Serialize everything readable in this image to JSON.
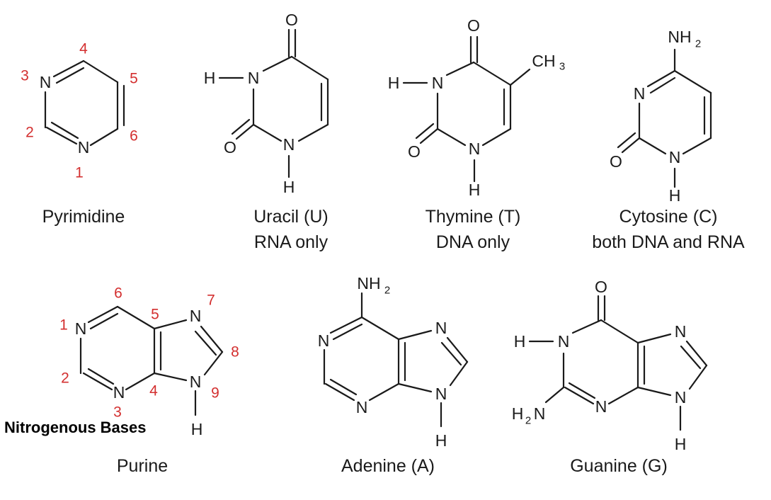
{
  "title": "Nitrogenous Bases",
  "atoms": {
    "N": "N",
    "O": "O",
    "H": "H",
    "HN": "H",
    "NH2_main": "NH",
    "sub2": "2",
    "CH3_main": "CH",
    "sub3": "3",
    "H2N_pre": "H",
    "H2N_post": "N"
  },
  "pyrimidine": {
    "name": "Pyrimidine",
    "positions": [
      "1",
      "2",
      "3",
      "4",
      "5",
      "6"
    ]
  },
  "uracil": {
    "name": "Uracil (U)",
    "note": "RNA only"
  },
  "thymine": {
    "name": "Thymine (T)",
    "note": "DNA only"
  },
  "cytosine": {
    "name": "Cytosine (C)",
    "note": "both DNA and RNA"
  },
  "purine": {
    "name": "Purine",
    "positions": [
      "1",
      "2",
      "3",
      "4",
      "5",
      "6",
      "7",
      "8",
      "9"
    ]
  },
  "adenine": {
    "name": "Adenine (A)"
  },
  "guanine": {
    "name": "Guanine (G)"
  }
}
